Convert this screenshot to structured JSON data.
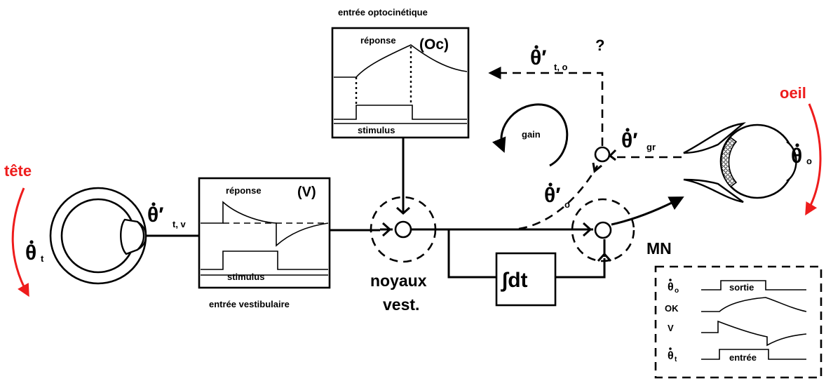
{
  "labels": {
    "tete": "tête",
    "oeil": "oeil",
    "theta_t": "θ",
    "theta_t_sub": "t",
    "theta_tv": "θ′",
    "theta_tv_sub": "t, v",
    "theta_to": "θ′",
    "theta_to_sub": "t, o",
    "theta_gr": "θ′",
    "theta_gr_sub": "gr",
    "theta_o_prime": "θ′",
    "theta_o_prime_sub": "o",
    "theta_o": "θ",
    "theta_o_sub": "o",
    "question": "?",
    "gain": "gain",
    "noyaux_line1": "noyaux",
    "noyaux_line2": "vest.",
    "mn": "MN",
    "integrator": "∫dt"
  },
  "vestibular_box": {
    "title": "entrée vestibulaire",
    "reponse": "réponse",
    "tag": "(V)",
    "stimulus": "stimulus"
  },
  "optokinetic_box": {
    "title": "entrée optocinétique",
    "reponse": "réponse",
    "tag": "(Oc)",
    "stimulus": "stimulus"
  },
  "legend": {
    "rows": [
      {
        "symbol": "θ",
        "sub": "o",
        "text": "sortie"
      },
      {
        "symbol": "OK",
        "sub": "",
        "text": ""
      },
      {
        "symbol": "V",
        "sub": "",
        "text": ""
      },
      {
        "symbol": "θ",
        "sub": "t",
        "text": "entrée"
      }
    ]
  },
  "colors": {
    "accent_red": "#ee1c1c",
    "ink": "#000000",
    "background": "#ffffff"
  }
}
